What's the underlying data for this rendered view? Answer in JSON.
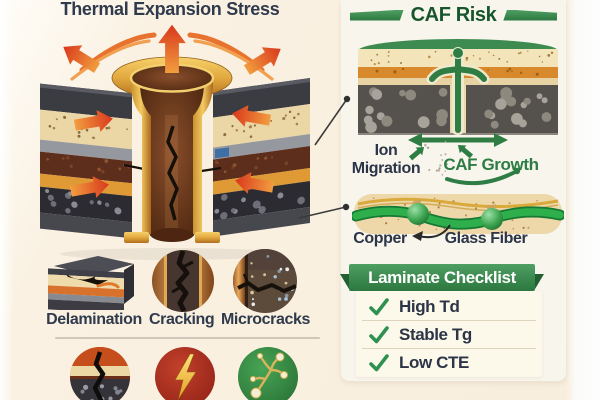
{
  "left": {
    "title": "Thermal Expansion Stress",
    "thumbnails": [
      {
        "label": "Delamination",
        "icon": "delamination-stack-icon"
      },
      {
        "label": "Cracking",
        "icon": "barrel-crack-icon"
      },
      {
        "label": "Microcracks",
        "icon": "microcracks-icon"
      }
    ],
    "bottom_icons": [
      {
        "name": "layer-crack-icon"
      },
      {
        "name": "lightning-icon"
      },
      {
        "name": "dendrite-molecule-icon"
      }
    ]
  },
  "right": {
    "header": "CAF Risk",
    "cross_section": {
      "label_left": "Ion Migration",
      "label_right": "CAF Growth"
    },
    "fiber_section": {
      "label_left": "Copper",
      "label_right": "Glass Fiber"
    },
    "checklist": {
      "header": "Laminate Checklist",
      "items": [
        "High Td",
        "Stable Tg",
        "Low CTE"
      ]
    }
  },
  "colors": {
    "background": "#FAF1E2",
    "panel": "#F8F5EC",
    "green": "#2F7D43",
    "dark_green": "#17562C",
    "navy": "#2C3547",
    "arrow_red": "#D8381C",
    "arrow_orange": "#F29D3F",
    "copper": "#B87848",
    "gold": "#E2A83E",
    "banner_green": "#3E8B51",
    "check_green": "#2E9150"
  }
}
